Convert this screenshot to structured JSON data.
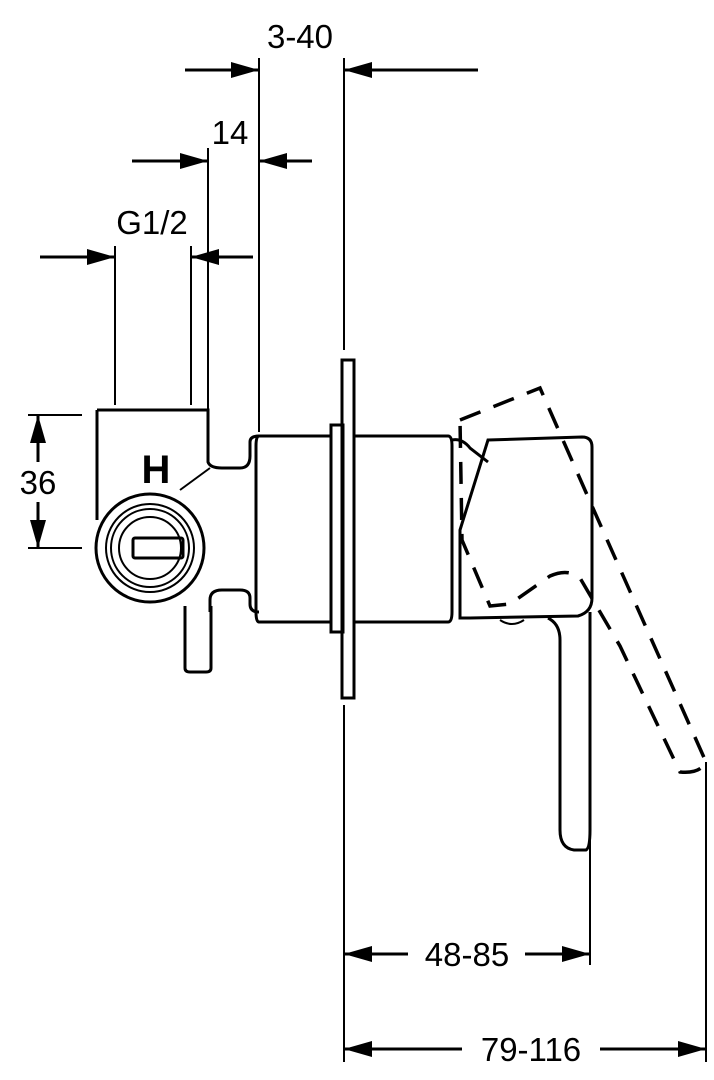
{
  "dimensions": {
    "wall_thickness": "3-40",
    "inlet_offset": "14",
    "thread": "G1/2",
    "body_height": "36",
    "handle_projection": "48-85",
    "total_projection": "79-116"
  },
  "marks": {
    "hot_inlet": "H"
  },
  "icons": [
    "arrowhead"
  ]
}
